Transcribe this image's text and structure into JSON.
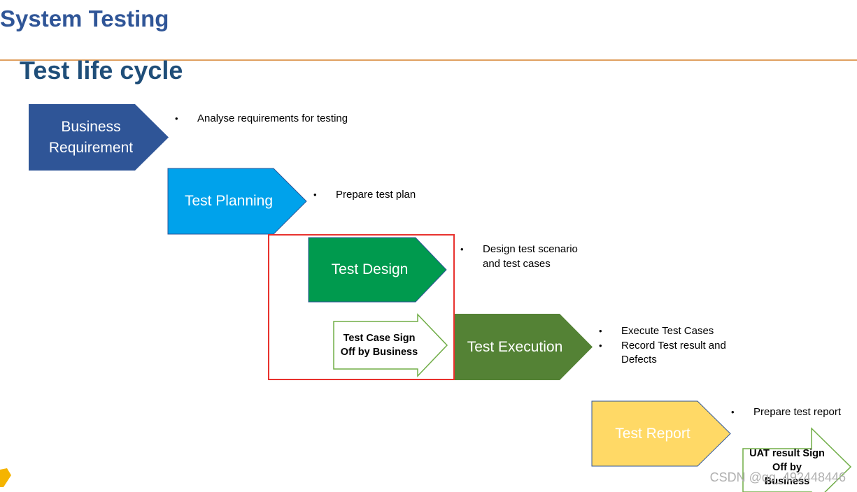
{
  "header": {
    "title": "System Testing"
  },
  "section": {
    "title": "Test life cycle"
  },
  "stages": [
    {
      "name": "business-requirement",
      "label_line1": "Business",
      "label_line2": "Requirement",
      "color": "#2F5597",
      "bullets": [
        "Analyse requirements for testing"
      ]
    },
    {
      "name": "test-planning",
      "label": "Test Planning",
      "color": "#00A2EB",
      "bullets": [
        "Prepare test plan"
      ]
    },
    {
      "name": "test-design",
      "label": "Test Design",
      "color": "#009A4E",
      "bullets": [
        "Design test scenario and test cases"
      ],
      "bullet_line1": "Design test scenario",
      "bullet_line2": "and test cases"
    },
    {
      "name": "test-execution",
      "label": "Test Execution",
      "color": "#548235",
      "bullet1": "Execute Test Cases",
      "bullet2_line1": "Record Test result and",
      "bullet2_line2": "Defects"
    },
    {
      "name": "test-report",
      "label": "Test Report",
      "color": "#FFD966",
      "bullets": [
        "Prepare test report"
      ]
    }
  ],
  "signoffs": {
    "test_case": {
      "line1": "Test Case Sign",
      "line2": "Off by Business",
      "border_color": "#70AD47"
    },
    "uat": {
      "line1": "UAT result Sign",
      "line2": "Off by",
      "line3": "Business",
      "border_color": "#70AD47"
    }
  },
  "highlight_box_color": "#E8322E",
  "watermark": "CSDN @qq_492448446"
}
